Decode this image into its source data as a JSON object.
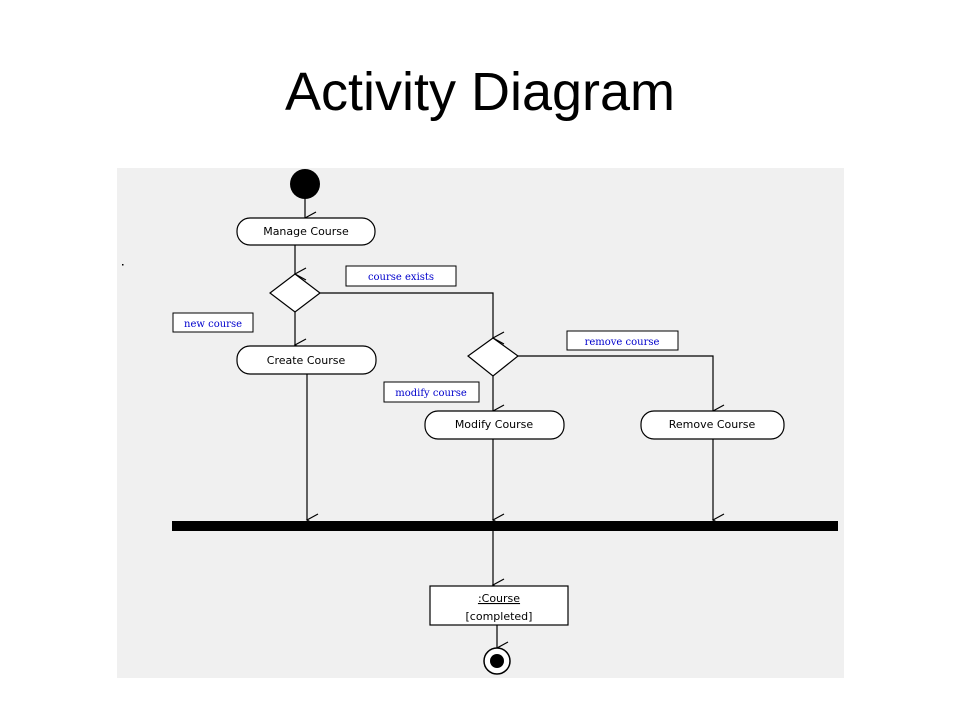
{
  "title": "Activity Diagram",
  "colors": {
    "canvas": "#f0f0f0",
    "stroke": "#000000",
    "guard_text": "#0000cc",
    "node_fill": "#ffffff"
  },
  "diagram": {
    "start_node": {
      "name": "initial-node"
    },
    "activities": {
      "manage_course": "Manage Course",
      "create_course": "Create Course",
      "modify_course": "Modify Course",
      "remove_course": "Remove Course"
    },
    "guards": {
      "course_exists": "course exists",
      "new_course": "new course",
      "remove_course": "remove course",
      "modify_course": "modify course"
    },
    "object_node": {
      "name": ":Course",
      "state": "[completed]"
    },
    "end_node": {
      "name": "final-node"
    }
  }
}
